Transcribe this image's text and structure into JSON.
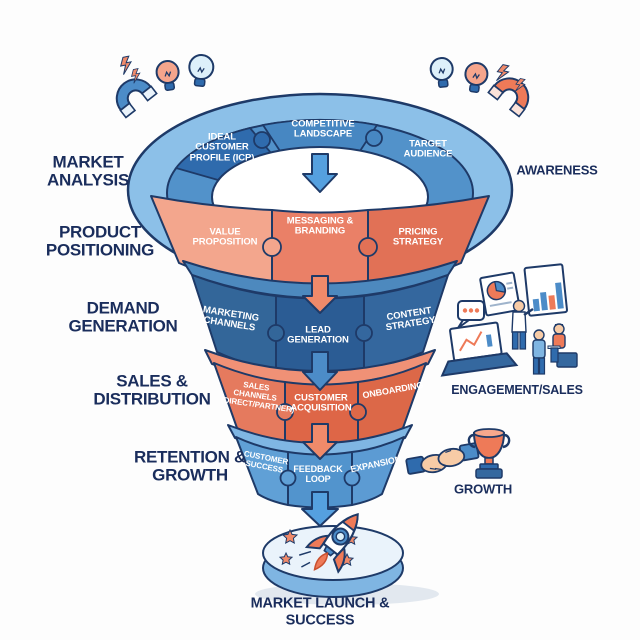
{
  "funnel": {
    "stages": [
      {
        "side_label": "MARKET ANALYSIS",
        "pieces": [
          "IDEAL CUSTOMER PROFILE (ICP)",
          "COMPETITIVE LANDSCAPE",
          "TARGET AUDIENCE"
        ]
      },
      {
        "side_label": "PRODUCT POSITIONING",
        "pieces": [
          "VALUE PROPOSITION",
          "MESSAGING & BRANDING",
          "PRICING STRATEGY"
        ]
      },
      {
        "side_label": "DEMAND GENERATION",
        "pieces": [
          "MARKETING CHANNELS",
          "LEAD GENERATION",
          "CONTENT STRATEGY"
        ]
      },
      {
        "side_label": "SALES & DISTRIBUTION",
        "pieces": [
          "SALES CHANNELS (DIRECT/PARTNER)",
          "CUSTOMER ACQUISITION",
          "ONBOARDING"
        ]
      },
      {
        "side_label": "RETENTION & GROWTH",
        "pieces": [
          "CUSTOMER SUCCESS",
          "FEEDBACK LOOP",
          "EXPANSION"
        ]
      }
    ],
    "right_labels": {
      "awareness": "AWARENESS",
      "engagement": "ENGAGEMENT/SALES",
      "growth": "GROWTH"
    },
    "outcome_label": "MARKET LAUNCH & SUCCESS"
  },
  "icons": [
    "magnet-icon",
    "lightbulb-icon",
    "lightning-icon",
    "pie-chart-icon",
    "bar-chart-icon",
    "speech-bubble-icon",
    "laptop-icon",
    "people-icon",
    "handshake-icon",
    "trophy-icon",
    "rocket-icon",
    "star-icon",
    "arrow-down-icon"
  ],
  "colors": {
    "outline_navy": "#1e3a68",
    "label_navy": "#1a2d5c",
    "rim_light_blue": "#8cc0e8",
    "tier1_blue": "#5292ca",
    "tier1_dark_blue": "#2f6bad",
    "tier2_salmon": "#ea8067",
    "tier3_navy": "#2b5c94",
    "tier4_orange": "#de6647",
    "tier5_blue": "#5294cd",
    "arrow_blue": "#55a0df",
    "arrow_orange": "#f08a6a",
    "platform_light": "#eaf3fb",
    "white": "#ffffff"
  }
}
